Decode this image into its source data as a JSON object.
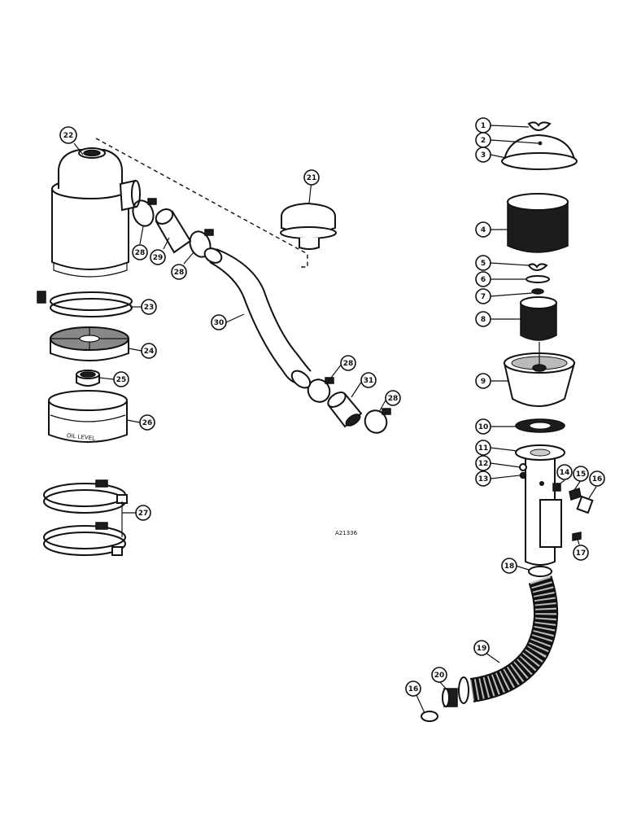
{
  "callouts": {
    "c1": "1",
    "c2": "2",
    "c3": "3",
    "c4": "4",
    "c5": "5",
    "c6": "6",
    "c7": "7",
    "c8": "8",
    "c9": "9",
    "c10": "10",
    "c11": "11",
    "c12": "12",
    "c13": "13",
    "c14": "14",
    "c15": "15",
    "c16a": "16",
    "c16b": "16",
    "c17": "17",
    "c18": "18",
    "c19": "19",
    "c20": "20",
    "c21": "21",
    "c22": "22",
    "c23": "23",
    "c24": "24",
    "c25": "25",
    "c26": "26",
    "c27": "27",
    "c28a": "28",
    "c28b": "28",
    "c28c": "28",
    "c28d": "28",
    "c29": "29",
    "c30": "30",
    "c31": "31"
  },
  "labels": {
    "oil_level": "OIL LEVEL",
    "figure_number": "A21336"
  }
}
